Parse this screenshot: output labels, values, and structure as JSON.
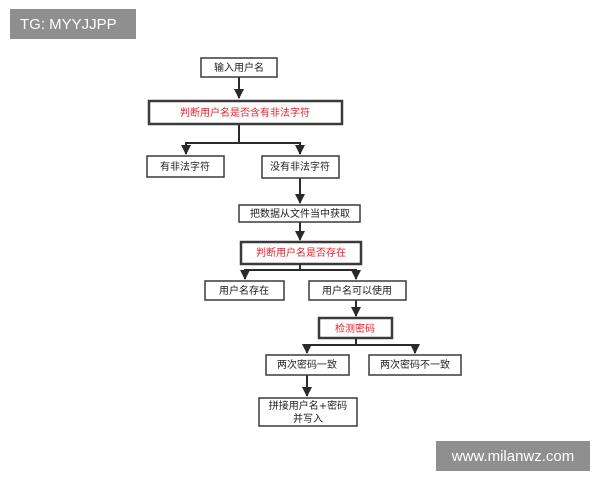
{
  "watermark_top": "TG: MYYJJPP",
  "watermark_bottom": "www.milanwz.com",
  "nodes": {
    "input_username": "输入用户名",
    "check_illegal_chars": "判断用户名是否含有非法字符",
    "has_illegal_chars": "有非法字符",
    "no_illegal_chars": "没有非法字符",
    "load_from_file": "把数据从文件当中获取",
    "check_username_exists": "判断用户名是否存在",
    "username_exists": "用户名存在",
    "username_available": "用户名可以使用",
    "check_password": "检测密码",
    "passwords_match": "两次密码一致",
    "passwords_mismatch": "两次密码不一致",
    "concat_line1": "拼接用户名+密码",
    "concat_line2": "并写入"
  },
  "colors": {
    "highlight_text": "#e0242e",
    "box_border": "#3a3a3a",
    "watermark_bg": "#8f8f8f"
  }
}
